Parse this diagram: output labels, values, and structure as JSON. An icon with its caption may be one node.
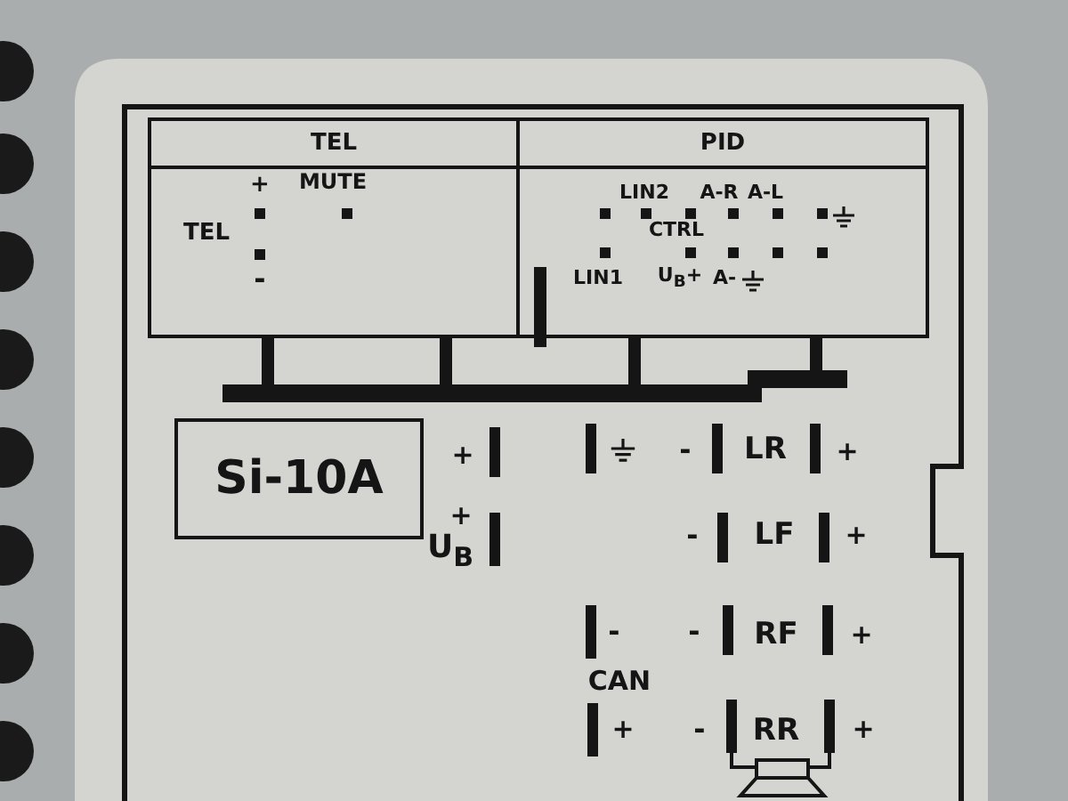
{
  "diagram": {
    "nodes": [
      {
        "text": [
          "TEL"
        ]
      },
      {
        "text": [
          "PID"
        ]
      },
      {
        "text": [
          "Si-10A"
        ]
      }
    ],
    "edges": [],
    "labels": [
      "+",
      "MUTE",
      "TEL",
      "-",
      "LIN2",
      "A-R",
      "A-L",
      "CTRL",
      "LIN1",
      "U$_{B}$+",
      "A-",
      "+",
      "-",
      "LR",
      "+",
      "+",
      "-",
      "LF",
      "+",
      "U$_{B}$",
      "-",
      "-",
      "RF",
      "+",
      "CAN",
      "+",
      "-",
      "RR",
      "+"
    ]
  }
}
